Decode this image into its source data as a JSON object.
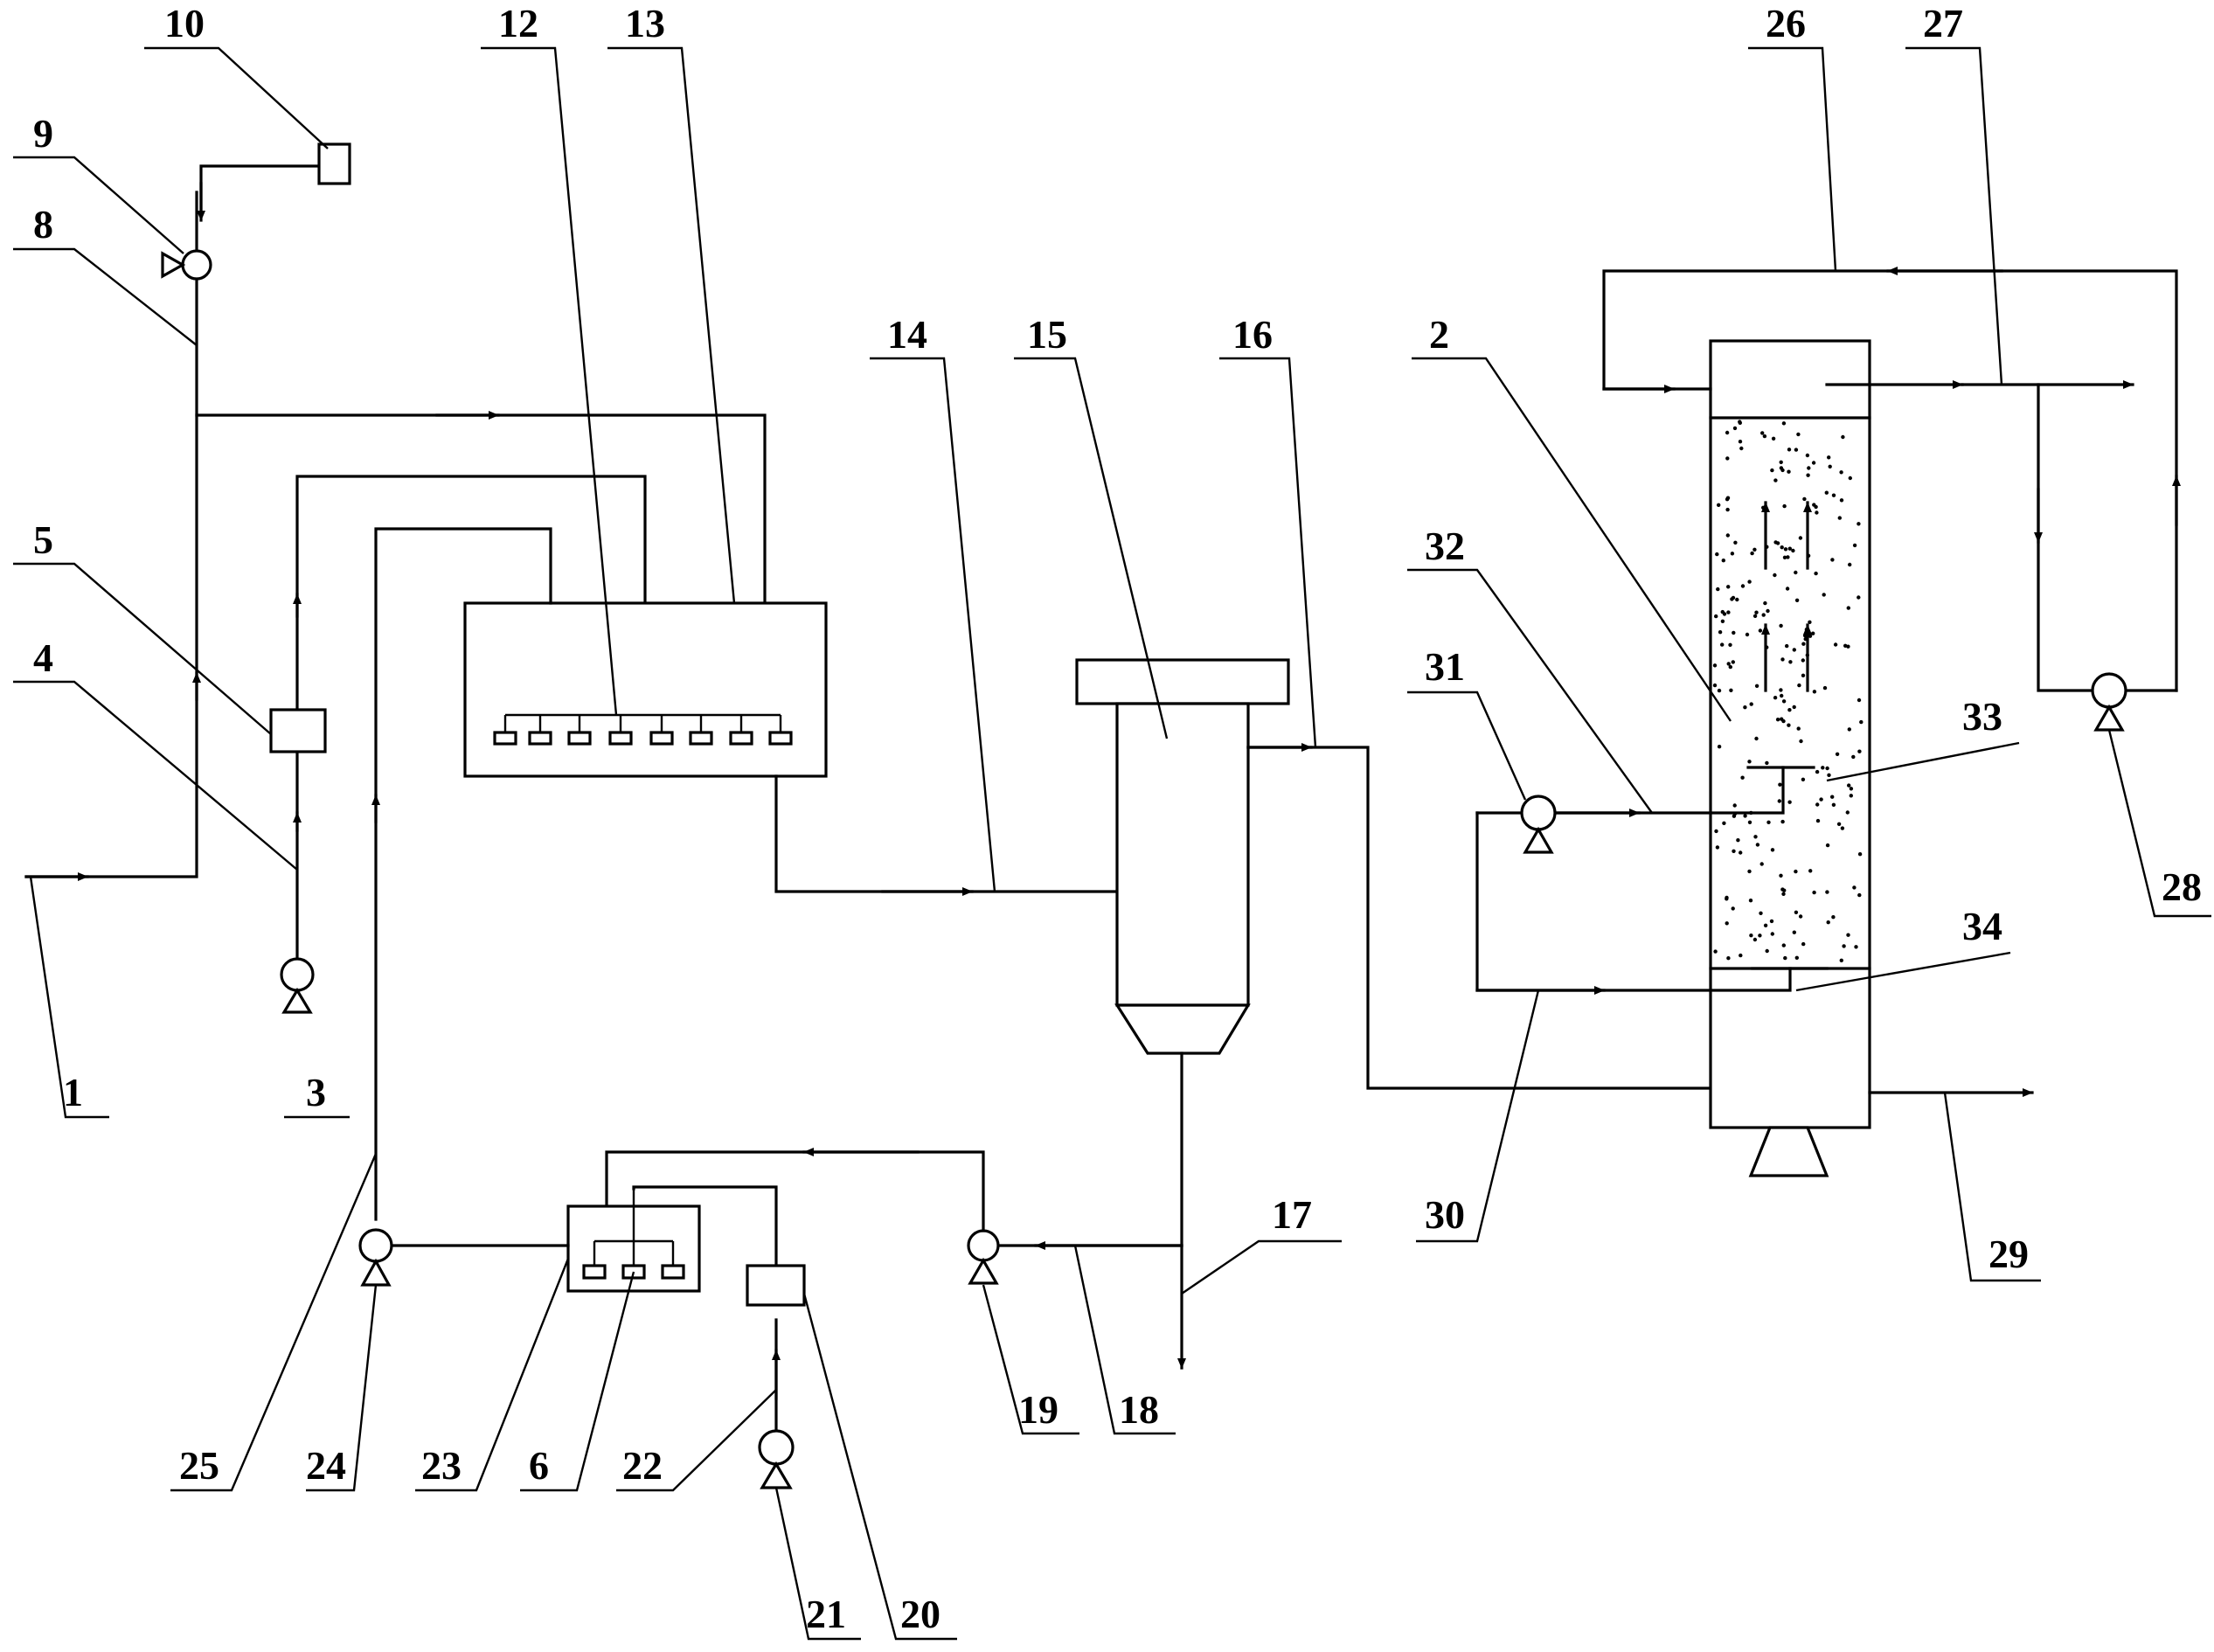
{
  "labels": {
    "n1": "1",
    "n2": "2",
    "n3": "3",
    "n4": "4",
    "n5": "5",
    "n6": "6",
    "n8": "8",
    "n9": "9",
    "n10": "10",
    "n12": "12",
    "n13": "13",
    "n14": "14",
    "n15": "15",
    "n16": "16",
    "n17": "17",
    "n18": "18",
    "n19": "19",
    "n20": "20",
    "n21": "21",
    "n22": "22",
    "n23": "23",
    "n24": "24",
    "n25": "25",
    "n26": "26",
    "n27": "27",
    "n28": "28",
    "n29": "29",
    "n30": "30",
    "n31": "31",
    "n32": "32",
    "n33": "33",
    "n34": "34"
  },
  "colors": {
    "line": "#000000",
    "background": "#ffffff"
  }
}
